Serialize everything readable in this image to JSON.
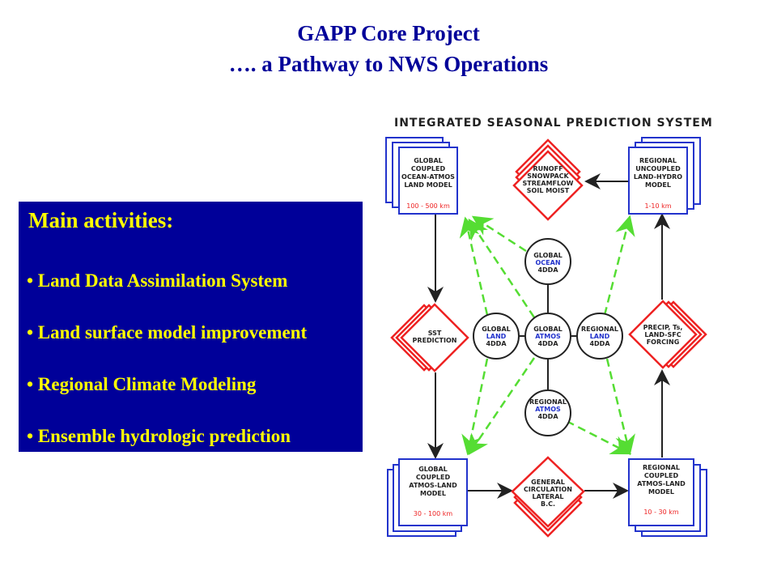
{
  "slide": {
    "title_line1": "GAPP Core Project",
    "title_line2": "…. a Pathway to NWS Operations"
  },
  "panel": {
    "heading": "Main activities:",
    "items": [
      "• Land Data Assimilation System",
      "• Land surface model improvement",
      "• Regional Climate Modeling",
      "• Ensemble hydrologic prediction"
    ]
  },
  "diagram": {
    "title": "INTEGRATED SEASONAL PREDICTION SYSTEM",
    "global_coupled_ocean": {
      "lines": [
        "GLOBAL",
        "COUPLED",
        "OCEAN-ATMOS",
        "LAND MODEL"
      ],
      "scale": "100 - 500 km"
    },
    "regional_uncoupled": {
      "lines": [
        "REGIONAL",
        "UNCOUPLED",
        "LAND-HYDRO",
        "MODEL"
      ],
      "scale": "1-10 km"
    },
    "global_coupled_atmos": {
      "lines": [
        "GLOBAL",
        "COUPLED",
        "ATMOS-LAND",
        "MODEL"
      ],
      "scale": "30 - 100 km"
    },
    "regional_coupled": {
      "lines": [
        "REGIONAL",
        "COUPLED",
        "ATMOS-LAND",
        "MODEL"
      ],
      "scale": "10 - 30 km"
    },
    "runoff": {
      "lines": [
        "RUNOFF",
        "SNOWPACK",
        "STREAMFLOW",
        "SOIL MOIST"
      ]
    },
    "sst": {
      "lines": [
        "SST",
        "PREDICTION"
      ]
    },
    "precip": {
      "lines": [
        "PRECIP, Ts,",
        "LAND-SFC",
        "FORCING"
      ]
    },
    "general": {
      "lines": [
        "GENERAL",
        "CIRCULATION",
        "LATERAL",
        "B.C."
      ]
    },
    "global_ocean_4dda": {
      "lines": [
        "GLOBAL",
        "OCEAN",
        "4DDA"
      ]
    },
    "global_land_4dda": {
      "lines": [
        "GLOBAL",
        "LAND",
        "4DDA"
      ]
    },
    "global_atmos_4dda": {
      "lines": [
        "GLOBAL",
        "ATMOS",
        "4DDA"
      ]
    },
    "regional_land_4dda": {
      "lines": [
        "REGIONAL",
        "LAND",
        "4DDA"
      ]
    },
    "regional_atmos_4dda": {
      "lines": [
        "REGIONAL",
        "ATMOS",
        "4DDA"
      ]
    },
    "colors": {
      "box": "#2233cc",
      "diamond": "#ee2222",
      "arrow_green": "#55dd33",
      "panel": "#000099",
      "panel_text": "#ffff00"
    }
  }
}
